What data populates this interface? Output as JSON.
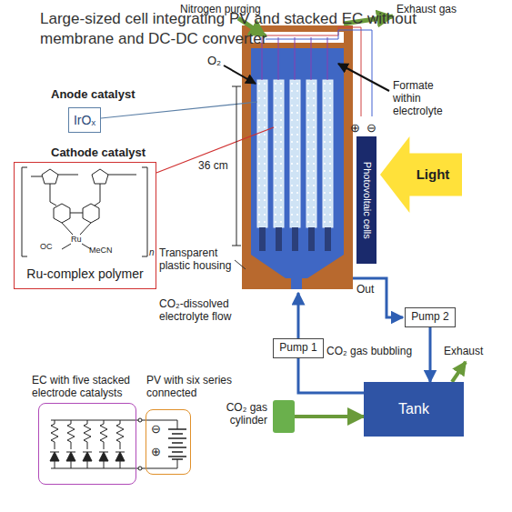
{
  "diagram": {
    "title": "Large-sized cell integrating PV and stacked EC without membrane and DC-DC converter",
    "nodes": [
      {
        "text": [
          "Anode catalyst",
          "IrOₓ"
        ]
      },
      {
        "text": [
          "Cathode catalyst",
          "Ru-complex polymer"
        ]
      },
      {
        "text": [
          "Photovoltaic cells"
        ]
      },
      {
        "text": [
          "Light"
        ]
      },
      {
        "text": [
          "Pump 2"
        ]
      },
      {
        "text": [
          "Pump 1"
        ]
      },
      {
        "text": [
          "Tank"
        ]
      },
      {
        "text": [
          "CO₂ gas cylinder"
        ]
      },
      {
        "text": [
          "EC with five stacked electrode catalysts"
        ]
      },
      {
        "text": [
          "PV with six series connected"
        ]
      }
    ],
    "edges": [
      {
        "from": 6,
        "to": 5,
        "arrow": "none"
      },
      {
        "from": 4,
        "to": 6,
        "arrow": "to"
      },
      {
        "from": 7,
        "to": 6,
        "label": "CO₂ gas bubbling",
        "arrow": "to"
      }
    ],
    "labels": [
      "Nitrogen purging",
      "Exhaust gas",
      "O₂",
      "Formate within electrolyte",
      "⊕",
      "⊖",
      "36 cm",
      "Transparent plastic housing",
      "CO₂-dissolved electrolyte flow",
      "Out",
      "Exhaust",
      "OC",
      "MeCN",
      "Ru",
      "n",
      "⊖",
      "⊕"
    ]
  }
}
